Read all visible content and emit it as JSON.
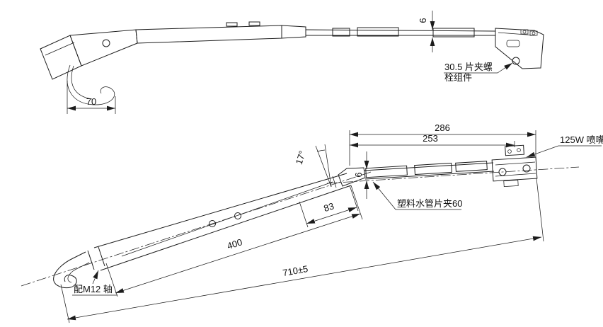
{
  "page": {
    "background": "#ffffff",
    "line_color": "#1c1c1c"
  },
  "top_view": {
    "dim_70": "70",
    "dim_6": "6",
    "clamp_label_line1": "30.5 片夹螺",
    "clamp_label_line2": "栓组件"
  },
  "bottom_view": {
    "dim_286": "286",
    "dim_253": "253",
    "dim_angle": "17°",
    "dim_83": "83",
    "dim_400": "400",
    "dim_710": "710±5",
    "dim_6": "6",
    "nozzle_label": "125W 喷嘴",
    "pipe_clip_label": "塑料水管片夹60",
    "shaft_label": "配M12 轴"
  }
}
